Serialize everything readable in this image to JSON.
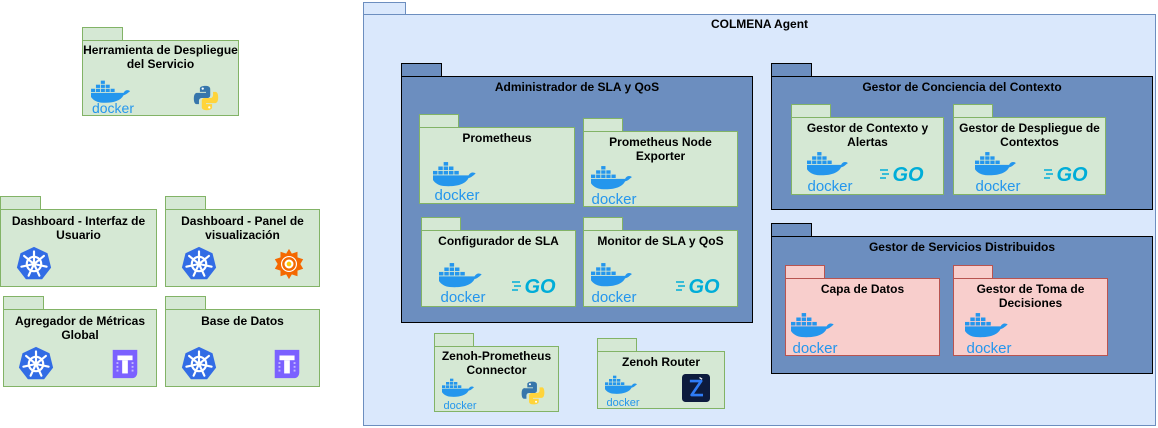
{
  "left": {
    "herramienta": "Herramienta de Despliegue del Servicio",
    "dash_ui": "Dashboard - Interfaz de Usuario",
    "dash_panel": "Dashboard - Panel de visualización",
    "agregador": "Agregador de Métricas Global",
    "base_datos": "Base de Datos"
  },
  "agent": {
    "title": "COLMENA Agent",
    "sla": {
      "title": "Administrador de SLA y QoS",
      "prometheus": "Prometheus",
      "node_exporter": "Prometheus Node Exporter",
      "configurador": "Configurador de SLA",
      "monitor": "Monitor de SLA y QoS"
    },
    "contexto": {
      "title": "Gestor de Conciencia del Contexto",
      "alertas": "Gestor de Contexto y Alertas",
      "despliegue": "Gestor de Despliegue de Contextos"
    },
    "servicios": {
      "title": "Gestor de Servicios Distribuidos",
      "capa": "Capa de Datos",
      "toma": "Gestor de Toma de Decisiones"
    },
    "zenoh_connector": "Zenoh-Prometheus Connector",
    "zenoh_router": "Zenoh Router"
  },
  "logos": {
    "docker": "docker",
    "go": "GO"
  },
  "colors": {
    "green_fill": "#d5e8d4",
    "green_stroke": "#82b366",
    "blue_light": "#dae8fc",
    "blue_dark": "#6c8ebf",
    "red_fill": "#f8cecc",
    "red_stroke": "#b85450",
    "docker_blue": "#2496ed",
    "k8s_blue": "#326ce5",
    "timescale": "#7b61ff"
  }
}
